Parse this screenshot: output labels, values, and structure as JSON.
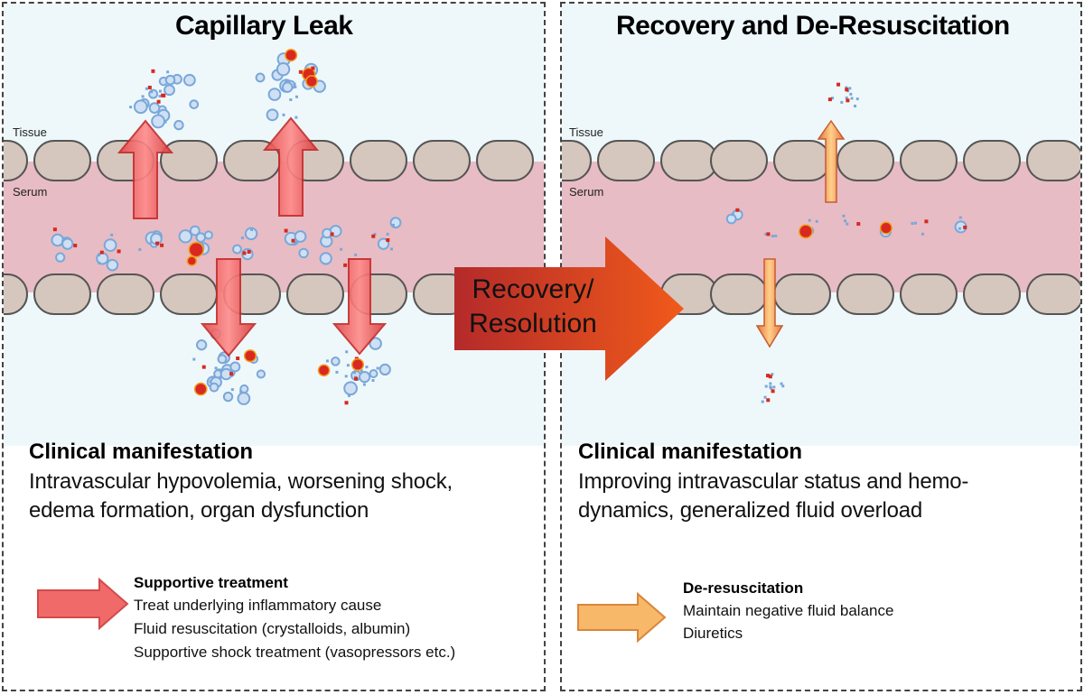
{
  "left_panel": {
    "title": "Capillary Leak",
    "tissue_label": "Tissue",
    "serum_label": "Serum",
    "clinical_heading": "Clinical manifestation",
    "clinical_lines": [
      "Intravascular hypovolemia, worsening shock,",
      "edema formation, organ dysfunction"
    ],
    "treatment_heading": "Supportive treatment",
    "treatment_lines": [
      "Treat underlying inflammatory cause",
      "Fluid resuscitation (crystalloids, albumin)",
      "Supportive shock treatment (vasopressors etc.)"
    ],
    "legend_arrow_color": "#f16a6a"
  },
  "transition_arrow": {
    "lines": [
      "Recovery/",
      "Resolution"
    ],
    "gradient_start": "#b42a2a",
    "gradient_end": "#f05a1a"
  },
  "right_panel": {
    "title": "Recovery and De-Resuscitation",
    "tissue_label": "Tissue",
    "serum_label": "Serum",
    "clinical_heading": "Clinical manifestation",
    "clinical_lines": [
      "Improving intravascular status and hemo-",
      "dynamics, generalized fluid overload"
    ],
    "treatment_heading": "De-resuscitation",
    "treatment_lines": [
      "Maintain negative fluid balance",
      "Diuretics"
    ],
    "legend_arrow_color": "#f7b86a"
  },
  "colors": {
    "serum": "#e8bcc4",
    "background_fluid": "#eef8fb",
    "cell_fill": "#d6c7be",
    "cell_stroke": "#555555",
    "particle_blue": "#7aa7d8",
    "particle_red": "#d9281f"
  }
}
